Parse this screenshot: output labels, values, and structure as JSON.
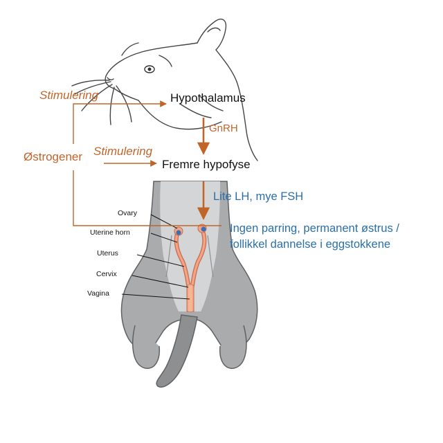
{
  "labels": {
    "stimulering_top": "Stimulering",
    "stimulering_mid": "Stimulering",
    "ostrogener": "Østrogener",
    "hypothalamus": "Hypothalamus",
    "gnrh": "GnRH",
    "fremre_hypofyse": "Fremre hypofyse",
    "lite_lh": "Lite LH, mye FSH",
    "result_line1": "Ingen parring, permanent østrus /",
    "result_line2": "follikkel dannelse i eggstokkene"
  },
  "anatomy_labels": {
    "ovary": "Ovary",
    "uterine_horn": "Uterine horn",
    "uterus": "Uterus",
    "cervix": "Cervix",
    "vagina": "Vagina"
  },
  "colors": {
    "arrow": "#c0652a",
    "stimulation_text": "#c0652a",
    "result_text": "#2a6fa8",
    "body_fill": "#a9abad",
    "body_dark": "#8d8f91",
    "body_light": "#d4d5d6",
    "reproductive_tract": "#f4a484",
    "ovary_dot": "#3b6fb5"
  }
}
